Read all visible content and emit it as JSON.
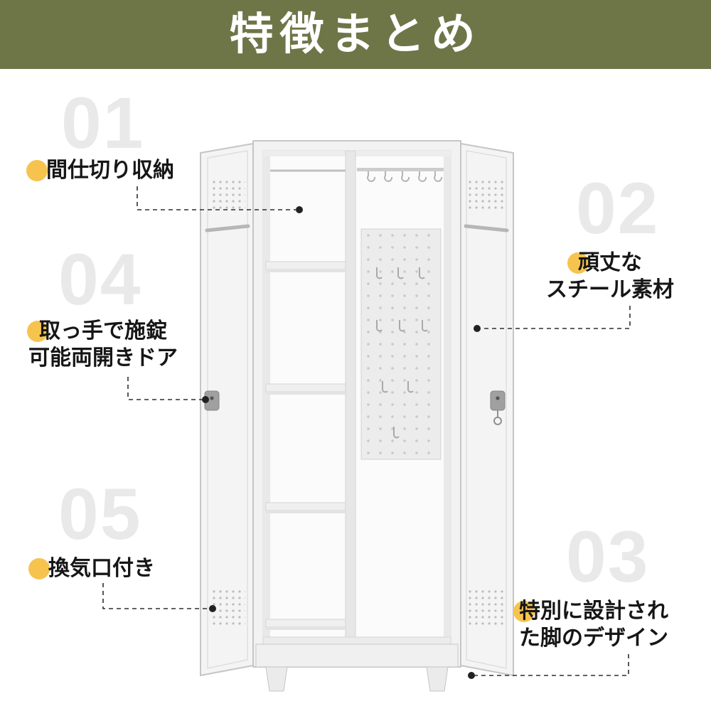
{
  "header": {
    "title": "特徴まとめ"
  },
  "features": [
    {
      "number": "01",
      "line1": "間仕切り収納",
      "line2": ""
    },
    {
      "number": "02",
      "line1": "頑丈な",
      "line2": "スチール素材"
    },
    {
      "number": "04",
      "line1": "取っ手で施錠",
      "line2": "可能両開きドア"
    },
    {
      "number": "05",
      "line1": "換気口付き",
      "line2": ""
    },
    {
      "number": "03",
      "line1": "特別に設計され",
      "line2": "た脚のデザイン"
    }
  ],
  "colors": {
    "banner_green": "#6e7547",
    "accent_yellow": "#f6c44e",
    "watermark_gray": "#e9e9e9",
    "text_dark": "#161616",
    "callout_line": "#2e2e2e"
  }
}
